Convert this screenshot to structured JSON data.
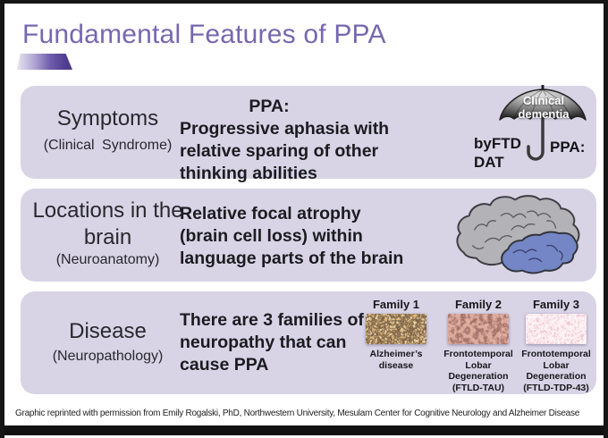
{
  "slide": {
    "title": "Fundamental Features of PPA",
    "footer": "Graphic reprinted with permission from Emily Rogalski, PhD, Northwestern University, Mesulam Center for Cognitive Neurology and Alzheimer Disease"
  },
  "rows": {
    "symptoms": {
      "label": "Symptoms",
      "sublabel": "(Clinical Syndrome)",
      "heading": "PPA:",
      "body": "Progressive aphasia with\nrelative sparing of other\nthinking abilities",
      "umbrella": {
        "canopy_label": "Clinical\ndementia",
        "left_label": "byFTD\nDAT",
        "right_label": "PPA:"
      }
    },
    "locations": {
      "label": "Locations in the\nbrain",
      "sublabel": "(Neuroanatomy)",
      "body": "Relative focal atrophy\n(brain cell loss) within\nlanguage parts of the brain"
    },
    "disease": {
      "label": "Disease",
      "sublabel": "(Neuropathology)",
      "body": "There are 3 families of\nneuropathy that can\ncause PPA",
      "families": [
        {
          "title": "Family 1",
          "caption": "Alzheimer’s disease"
        },
        {
          "title": "Family 2",
          "caption": "Frontotemporal\nLobar Degeneration\n(FTLD-TAU)"
        },
        {
          "title": "Family 3",
          "caption": "Frontotemporal\nLobar Degeneration\n(FTLD-TDP-43)"
        }
      ]
    }
  },
  "colors": {
    "title_purple": "#7767B0",
    "accent_dark_purple": "#4E3D8E",
    "box_lavender": "#D8D4E6",
    "brain_blue": "#7586C6",
    "body_text": "#1B1B20",
    "frame_black": "#161616"
  }
}
